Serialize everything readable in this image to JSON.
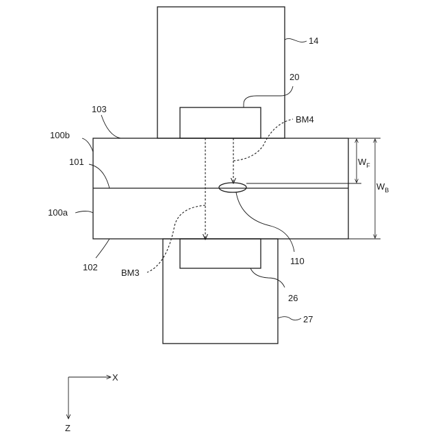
{
  "labels": {
    "part_14": "14",
    "part_20": "20",
    "part_103": "103",
    "part_100b": "100b",
    "part_101": "101",
    "part_100a": "100a",
    "part_102": "102",
    "part_110": "110",
    "part_26": "26",
    "part_27": "27",
    "beam_bm4": "BM4",
    "beam_bm3": "BM3",
    "width_f_main": "W",
    "width_f_sub": "F",
    "width_b_main": "W",
    "width_b_sub": "B"
  },
  "axes": {
    "x_label": "X",
    "z_label": "Z"
  }
}
